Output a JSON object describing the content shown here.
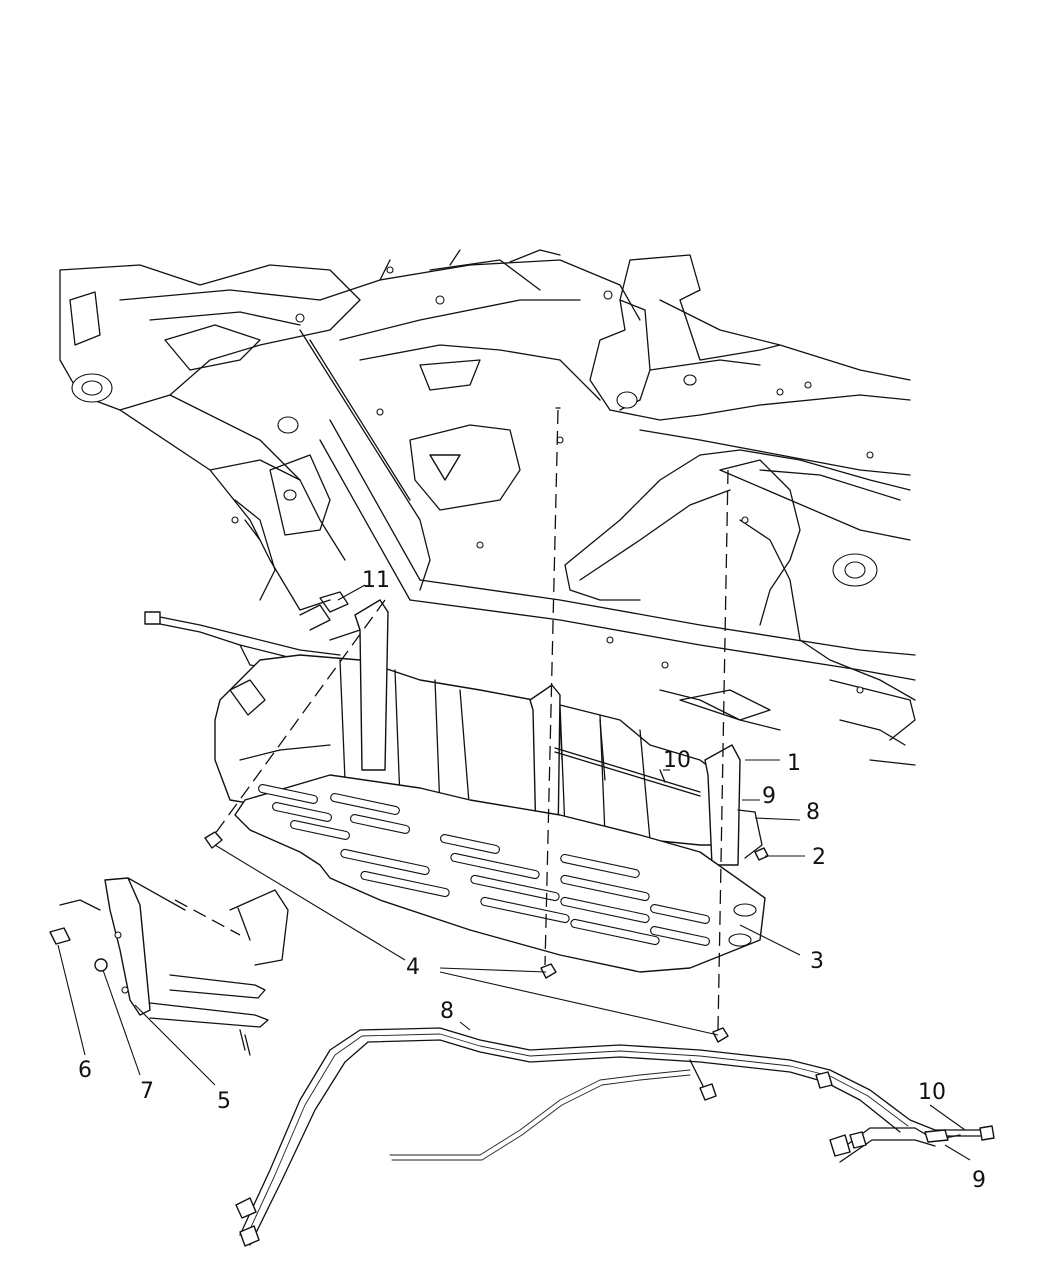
{
  "callouts": [
    {
      "id": "c1",
      "label": "1"
    },
    {
      "id": "c2",
      "label": "2"
    },
    {
      "id": "c3",
      "label": "3"
    },
    {
      "id": "c4",
      "label": "4"
    },
    {
      "id": "c5",
      "label": "5"
    },
    {
      "id": "c6",
      "label": "6"
    },
    {
      "id": "c7",
      "label": "7"
    },
    {
      "id": "c8a",
      "label": "8"
    },
    {
      "id": "c8b",
      "label": "8"
    },
    {
      "id": "c9a",
      "label": "9"
    },
    {
      "id": "c9b",
      "label": "9"
    },
    {
      "id": "c10a",
      "label": "10"
    },
    {
      "id": "c10b",
      "label": "10"
    },
    {
      "id": "c11",
      "label": "11"
    }
  ]
}
